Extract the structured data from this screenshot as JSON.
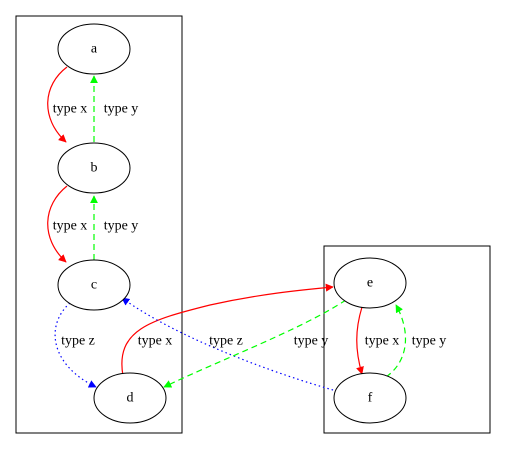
{
  "nodes": {
    "a": "a",
    "b": "b",
    "c": "c",
    "d": "d",
    "e": "e",
    "f": "f"
  },
  "edges": [
    {
      "id": "a-b-x",
      "from": "a",
      "to": "b",
      "label": "type x",
      "color": "#ff0000",
      "style": "solid"
    },
    {
      "id": "b-a-y",
      "from": "b",
      "to": "a",
      "label": "type y",
      "color": "#00ff00",
      "style": "dashed"
    },
    {
      "id": "b-c-x",
      "from": "b",
      "to": "c",
      "label": "type x",
      "color": "#ff0000",
      "style": "solid"
    },
    {
      "id": "c-b-y",
      "from": "c",
      "to": "b",
      "label": "type y",
      "color": "#00ff00",
      "style": "dashed"
    },
    {
      "id": "c-d-z",
      "from": "c",
      "to": "d",
      "label": "type z",
      "color": "#0000ff",
      "style": "dotted"
    },
    {
      "id": "d-e-x",
      "from": "d",
      "to": "e",
      "label": "type x",
      "color": "#ff0000",
      "style": "solid"
    },
    {
      "id": "f-c-z",
      "from": "f",
      "to": "c",
      "label": "type z",
      "color": "#0000ff",
      "style": "dotted"
    },
    {
      "id": "e-d-y",
      "from": "e",
      "to": "d",
      "label": "type y",
      "color": "#00ff00",
      "style": "dashed"
    },
    {
      "id": "e-f-x",
      "from": "e",
      "to": "f",
      "label": "type x",
      "color": "#ff0000",
      "style": "solid"
    },
    {
      "id": "f-e-y",
      "from": "f",
      "to": "e",
      "label": "type y",
      "color": "#00ff00",
      "style": "dashed"
    }
  ],
  "clusters": [
    "left",
    "right"
  ],
  "colors": {
    "type_x": "#ff0000",
    "type_y": "#00ff00",
    "type_z": "#0000ff",
    "stroke": "#000000"
  }
}
